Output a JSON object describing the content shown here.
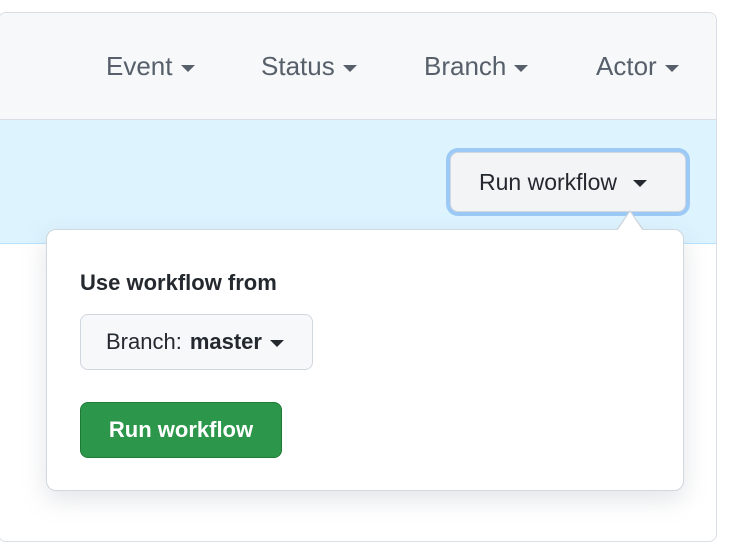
{
  "filters": [
    {
      "label": "Event"
    },
    {
      "label": "Status"
    },
    {
      "label": "Branch"
    },
    {
      "label": "Actor"
    }
  ],
  "notice": {
    "run_workflow_label": "Run workflow"
  },
  "popover": {
    "title": "Use workflow from",
    "branch_prefix": "Branch:",
    "branch_name": "master",
    "submit_label": "Run workflow"
  },
  "colors": {
    "notice_bg": "#ddf4ff",
    "primary_button": "#2c974b",
    "focus_ring": "#9cc9f5"
  }
}
